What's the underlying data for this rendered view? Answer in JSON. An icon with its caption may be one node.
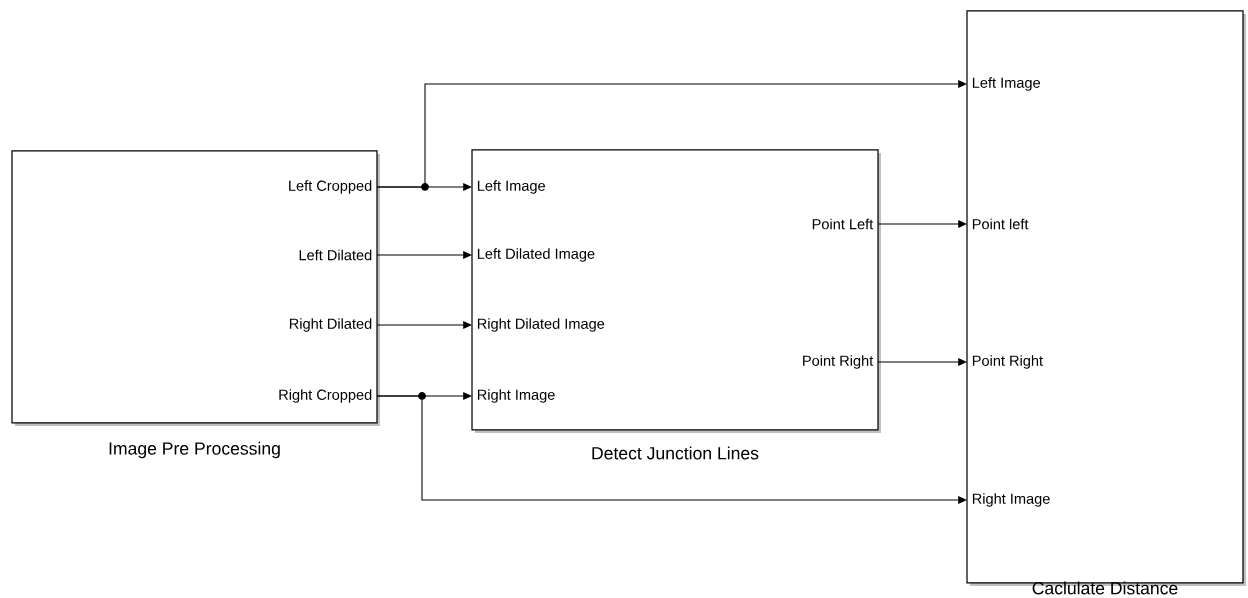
{
  "diagram": {
    "nodes": [
      {
        "text": [
          "Image Pre Processing"
        ]
      },
      {
        "text": [
          "Left Cropped"
        ],
        "in": 0
      },
      {
        "text": [
          "Left Dilated"
        ],
        "in": 0
      },
      {
        "text": [
          "Right Dilated"
        ],
        "in": 0
      },
      {
        "text": [
          "Right Cropped"
        ],
        "in": 0
      },
      {
        "text": [
          "Detect Junction Lines"
        ]
      },
      {
        "text": [
          "Left Image"
        ],
        "in": 5
      },
      {
        "text": [
          "Left Dilated Image"
        ],
        "in": 5
      },
      {
        "text": [
          "Right Dilated Image"
        ],
        "in": 5
      },
      {
        "text": [
          "Right Image"
        ],
        "in": 5
      },
      {
        "text": [
          "Point Left"
        ],
        "in": 5
      },
      {
        "text": [
          "Point Right"
        ],
        "in": 5
      },
      {
        "text": [
          "Caclulate Distance"
        ]
      },
      {
        "text": [
          "Left Image"
        ],
        "in": 12
      },
      {
        "text": [
          "Point left"
        ],
        "in": 12
      },
      {
        "text": [
          "Point Right"
        ],
        "in": 12
      },
      {
        "text": [
          "Right Image"
        ],
        "in": 12
      }
    ],
    "edges": [
      {
        "from": 1,
        "to": 6,
        "arrow": "to"
      },
      {
        "from": 1,
        "to": 13,
        "arrow": "to"
      },
      {
        "from": 2,
        "to": 7,
        "arrow": "to"
      },
      {
        "from": 3,
        "to": 8,
        "arrow": "to"
      },
      {
        "from": 4,
        "to": 9,
        "arrow": "to"
      },
      {
        "from": 4,
        "to": 16,
        "arrow": "to"
      },
      {
        "from": 10,
        "to": 14,
        "arrow": "to"
      },
      {
        "from": 11,
        "to": 15,
        "arrow": "to"
      }
    ]
  }
}
